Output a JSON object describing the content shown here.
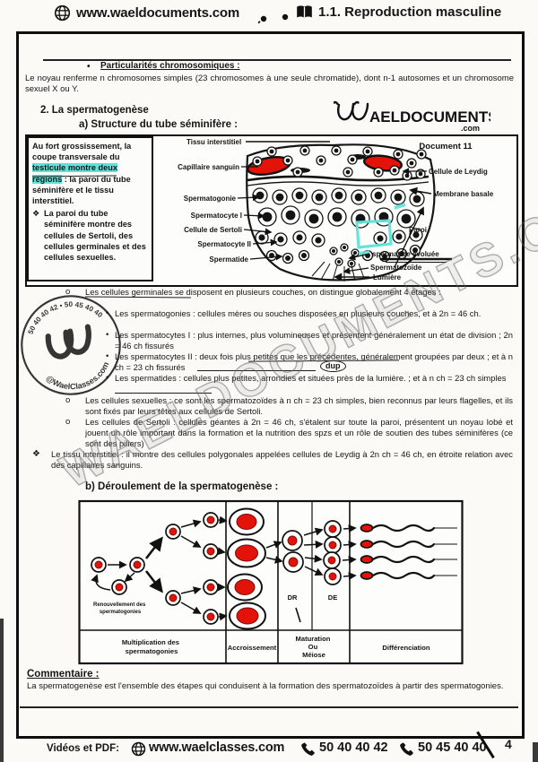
{
  "header": {
    "site": "www.waeldocuments.com",
    "chapter": "1.1. Reproduction masculine"
  },
  "intro": {
    "marker": "•",
    "title": "Particularités chromosomiques :",
    "body": "Le noyau renferme n chromosomes simples (23 chromosomes à une seule chromatide), dont n-1 autosomes et un chromosome sexuel X ou Y."
  },
  "sections": {
    "s2": "2.  La spermatogenèse",
    "a": "a)  Structure du tube séminifère :",
    "b": "b) Déroulement de la spermatogenèse :"
  },
  "brand": {
    "logo_text": "AELDOCUMENTS",
    "logo_com": ".com"
  },
  "doc11": {
    "title": "Document 11",
    "panel": {
      "p1a": "Au fort grossissement, la coupe transversale du ",
      "p1hl": "testicule montre deux régions",
      "p1b": " : la paroi du tube séminifère et le tissu interstitiel.",
      "p2m": "❖",
      "p2": "La paroi du tube séminifère montre des cellules de Sertoli, des cellules germinales et des cellules sexuelles."
    },
    "labels": {
      "tissu": "Tissu interstitiel",
      "capillaire": "Capillaire sanguin",
      "spermatogonie": "Spermatogonie",
      "spermatocyte1": "Spermatocyte I",
      "sertoli": "Cellule de Sertoli",
      "spermatocyte2": "Spermatocyte II",
      "spermatide": "Spermatide",
      "leydig": "Cellule de Leydig",
      "membrane": "Membrane basale",
      "paroi": "Paroi",
      "evoluee": "spermatide évoluée",
      "spermatozoide": "Spermatozoïde",
      "lumiere": "Lumière"
    }
  },
  "bullets": {
    "items": [
      {
        "m": "o",
        "t": "Les cellules germinales se disposent en plusieurs couches, on distingue globalement 4 étages :"
      },
      {
        "m": "•",
        "t": "Les spermatogonies : cellules mères ou souches disposées en plusieurs couches, et à 2n = 46 ch."
      },
      {
        "m": "•",
        "t": "Les spermatocytes I : plus internes, plus volumineuses et présentent généralement un état de division ; 2n = 46 ch fissurés"
      },
      {
        "m": "•",
        "t": "Les spermatocytes II : deux fois plus petites que les précédentes, généralement groupées par deux ; et à n ch = 23 ch fissurés"
      },
      {
        "m": "•",
        "t": "Les spermatides : cellules plus petites, arrondies et situées près de la lumière. ; et à n ch = 23 ch simples"
      },
      {
        "m": "o",
        "t": "Les cellules sexuelles : ce sont les spermatozoïdes à n ch = 23 ch simples, bien reconnus par leurs flagelles, et ils sont fixés par leurs têtes aux cellules de Sertoli."
      },
      {
        "m": "o",
        "t": "Les cellules de Sertoli : cellules géantes à 2n = 46 ch, s'étalent sur toute la paroi, présentent un noyau lobé et jouent un rôle important dans la formation et la nutrition des spzs et un rôle de soutien des tubes séminifères (ce sont des piliers)"
      },
      {
        "m": "❖",
        "t": "Le tissu interstitiel : il montre des cellules polygonales appelées cellules de Leydig à 2n ch = 46 ch, en étroite relation avec des capillaires sanguins."
      }
    ],
    "dup": "dup"
  },
  "flow": {
    "renew1": "Renouvellement des",
    "renew2": "spermatogonies",
    "dr": "DR",
    "de": "DE",
    "col1a": "Multiplication des",
    "col1b": "spermatogonies",
    "col2": "Accroissement",
    "col3a": "Maturation",
    "col3b": "Ou",
    "col3c": "Méiose",
    "col4": "Différenciation"
  },
  "comment": {
    "title": "Commentaire :",
    "body": "La spermatogenèse est l'ensemble des étapes qui conduisent à la formation des spermatozoïdes à partir des spermatogonies."
  },
  "footer": {
    "label": "Vidéos et PDF:",
    "site": "www.waelclasses.com",
    "phone1": "50 40 40 42",
    "phone2": "50 45 40 40",
    "page": "4"
  },
  "watermark": {
    "diagonal": "WAELDOCUMENTS.COM",
    "stamp_top": "50 40 40 42 • 50 45 40 40",
    "stamp_bottom": "@WaelClasses.com"
  },
  "colors": {
    "red": "#e31309",
    "cyan": "#5fe3d8",
    "ink": "#141414"
  }
}
